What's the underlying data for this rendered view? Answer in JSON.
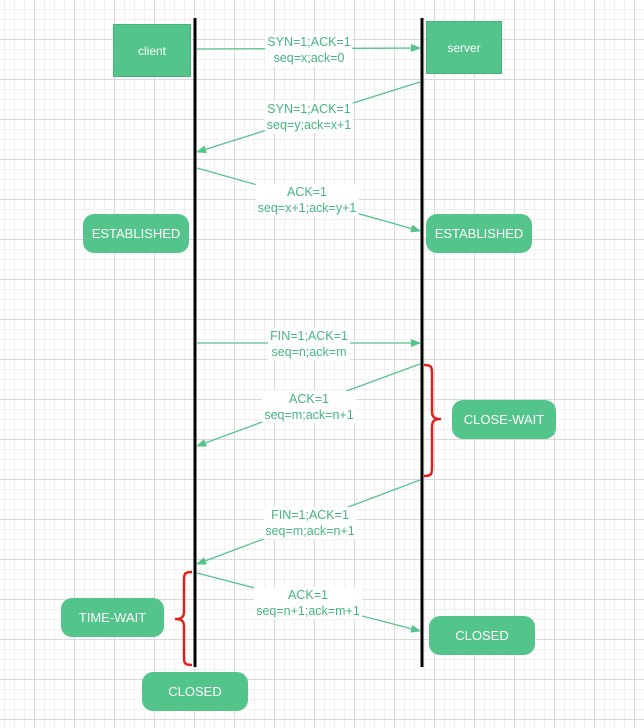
{
  "actors": {
    "client": "client",
    "server": "server"
  },
  "messages": [
    {
      "line1": "SYN=1;ACK=1",
      "line2": "seq=x;ack=0"
    },
    {
      "line1": "SYN=1;ACK=1",
      "line2": "seq=y;ack=x+1"
    },
    {
      "line1": "ACK=1",
      "line2": "seq=x+1;ack=y+1"
    },
    {
      "line1": "FIN=1;ACK=1",
      "line2": "seq=n;ack=m"
    },
    {
      "line1": "ACK=1",
      "line2": "seq=m;ack=n+1"
    },
    {
      "line1": "FIN=1;ACK=1",
      "line2": "seq=m;ack=n+1"
    },
    {
      "line1": "ACK=1",
      "line2": "seq=n+1;ack=m+1"
    }
  ],
  "states": {
    "client_established": "ESTABLISHED",
    "server_established": "ESTABLISHED",
    "close_wait": "CLOSE-WAIT",
    "time_wait": "TIME-WAIT",
    "server_closed": "CLOSED",
    "client_closed": "CLOSED"
  },
  "colors": {
    "state_fill": "#53c48a",
    "arrow": "#53c48a",
    "label_text": "#45b67d",
    "lifeline": "#000000",
    "brace": "#e0201b",
    "grid": "#d9d9d9"
  }
}
